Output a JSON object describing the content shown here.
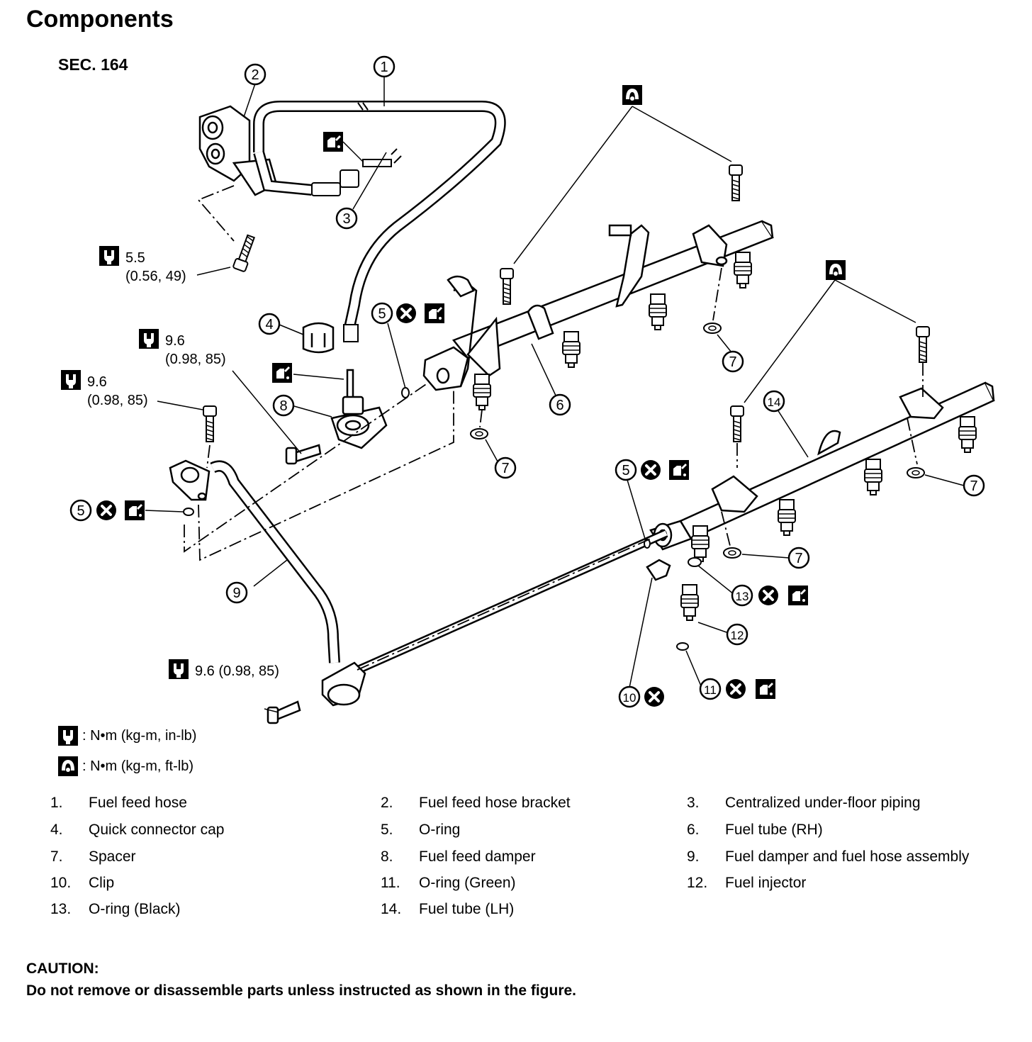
{
  "title": "Components",
  "section": "SEC. 164",
  "callouts": [
    {
      "id": "c1",
      "num": "1"
    },
    {
      "id": "c2",
      "num": "2"
    },
    {
      "id": "c3",
      "num": "3"
    },
    {
      "id": "c4",
      "num": "4"
    },
    {
      "id": "c5a",
      "num": "5"
    },
    {
      "id": "c5b",
      "num": "5"
    },
    {
      "id": "c5c",
      "num": "5"
    },
    {
      "id": "c6",
      "num": "6"
    },
    {
      "id": "c7a",
      "num": "7"
    },
    {
      "id": "c7b",
      "num": "7"
    },
    {
      "id": "c7c",
      "num": "7"
    },
    {
      "id": "c7d",
      "num": "7"
    },
    {
      "id": "c8",
      "num": "8"
    },
    {
      "id": "c9",
      "num": "9"
    },
    {
      "id": "c10",
      "num": "10"
    },
    {
      "id": "c11",
      "num": "11"
    },
    {
      "id": "c12",
      "num": "12"
    },
    {
      "id": "c13",
      "num": "13"
    },
    {
      "id": "c14",
      "num": "14"
    }
  ],
  "torque": [
    {
      "value": "5.5",
      "detail": "(0.56, 49)"
    },
    {
      "value": "9.6",
      "detail": "(0.98, 85)"
    },
    {
      "value": "9.6",
      "detail": "(0.98, 85)"
    },
    {
      "value": "9.6 (0.98, 85)"
    }
  ],
  "legend": [
    {
      "icon": "torque-in-lb-icon",
      "text": ": N•m (kg-m, in-lb)"
    },
    {
      "icon": "torque-ft-lb-icon",
      "text": ": N•m (kg-m, ft-lb)"
    }
  ],
  "parts": [
    {
      "num": "1.",
      "name": "Fuel feed hose"
    },
    {
      "num": "2.",
      "name": "Fuel feed hose bracket"
    },
    {
      "num": "3.",
      "name": "Centralized under-floor piping"
    },
    {
      "num": "4.",
      "name": "Quick connector cap"
    },
    {
      "num": "5.",
      "name": "O-ring"
    },
    {
      "num": "6.",
      "name": "Fuel tube (RH)"
    },
    {
      "num": "7.",
      "name": "Spacer"
    },
    {
      "num": "8.",
      "name": "Fuel feed damper"
    },
    {
      "num": "9.",
      "name": "Fuel damper and fuel hose assembly"
    },
    {
      "num": "10.",
      "name": "Clip"
    },
    {
      "num": "11.",
      "name": "O-ring (Green)"
    },
    {
      "num": "12.",
      "name": "Fuel injector"
    },
    {
      "num": "13.",
      "name": "O-ring (Black)"
    },
    {
      "num": "14.",
      "name": "Fuel tube (LH)"
    }
  ],
  "caution": {
    "title": "CAUTION:",
    "text": "Do not remove or disassemble parts unless instructed as shown in the figure."
  },
  "icons": [
    "torque-in-lb-icon",
    "torque-ft-lb-icon",
    "oil-can-icon",
    "do-not-reuse-icon"
  ]
}
